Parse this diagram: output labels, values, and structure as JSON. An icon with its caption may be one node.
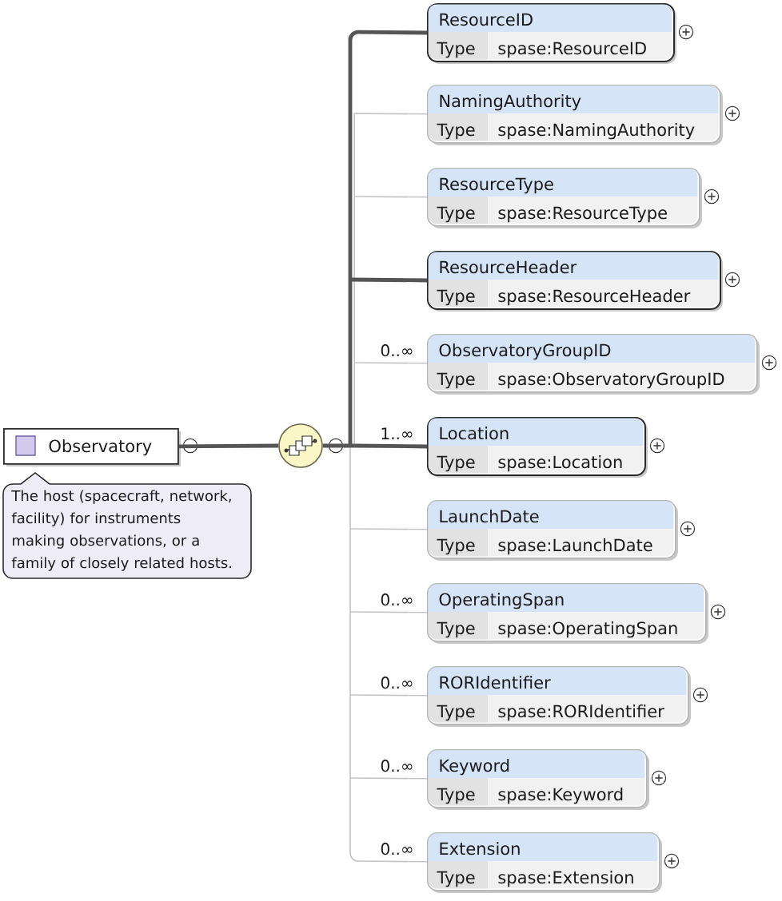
{
  "diagram": {
    "nodes": [
      {
        "text": [
          "Observatory"
        ],
        "beside": [
          "The host (spacecraft, network, facility) for instruments making observations, or a family of closely related hosts."
        ]
      },
      {
        "text": [],
        "shape": "circle"
      },
      {
        "text": [
          "ResourceID",
          "Type",
          "spase:ResourceID"
        ]
      },
      {
        "text": [
          "NamingAuthority",
          "Type",
          "spase:NamingAuthority"
        ]
      },
      {
        "text": [
          "ResourceType",
          "Type",
          "spase:ResourceType"
        ]
      },
      {
        "text": [
          "ResourceHeader",
          "Type",
          "spase:ResourceHeader"
        ]
      },
      {
        "text": [
          "ObservatoryGroupID",
          "Type",
          "spase:ObservatoryGroupID"
        ],
        "beside": [
          "0..∞"
        ]
      },
      {
        "text": [
          "Location",
          "Type",
          "spase:Location"
        ],
        "beside": [
          "1..∞"
        ]
      },
      {
        "text": [
          "LaunchDate",
          "Type",
          "spase:LaunchDate"
        ]
      },
      {
        "text": [
          "OperatingSpan",
          "Type",
          "spase:OperatingSpan"
        ],
        "beside": [
          "0..∞"
        ]
      },
      {
        "text": [
          "RORIdentifier",
          "Type",
          "spase:RORIdentifier"
        ],
        "beside": [
          "0..∞"
        ]
      },
      {
        "text": [
          "Keyword",
          "Type",
          "spase:Keyword"
        ],
        "beside": [
          "0..∞"
        ]
      },
      {
        "text": [
          "Extension",
          "Type",
          "spase:Extension"
        ],
        "beside": [
          "0..∞"
        ]
      }
    ],
    "edges": [
      {
        "from": 0,
        "to": 1,
        "arrow": "none",
        "style": "thick",
        "color": "#555555"
      },
      {
        "from": 1,
        "to": 2,
        "arrow": "none",
        "style": "thick",
        "color": "#555555"
      },
      {
        "from": 1,
        "to": 3,
        "arrow": "none"
      },
      {
        "from": 1,
        "to": 4,
        "arrow": "none"
      },
      {
        "from": 1,
        "to": 5,
        "arrow": "none",
        "style": "thick",
        "color": "#555555"
      },
      {
        "from": 1,
        "to": 6,
        "arrow": "none"
      },
      {
        "from": 1,
        "to": 7,
        "arrow": "none",
        "style": "thick",
        "color": "#555555"
      },
      {
        "from": 1,
        "to": 8,
        "arrow": "none"
      },
      {
        "from": 1,
        "to": 9,
        "arrow": "none"
      },
      {
        "from": 1,
        "to": 10,
        "arrow": "none"
      },
      {
        "from": 1,
        "to": 11,
        "arrow": "none"
      },
      {
        "from": 1,
        "to": 12,
        "arrow": "none"
      }
    ]
  }
}
